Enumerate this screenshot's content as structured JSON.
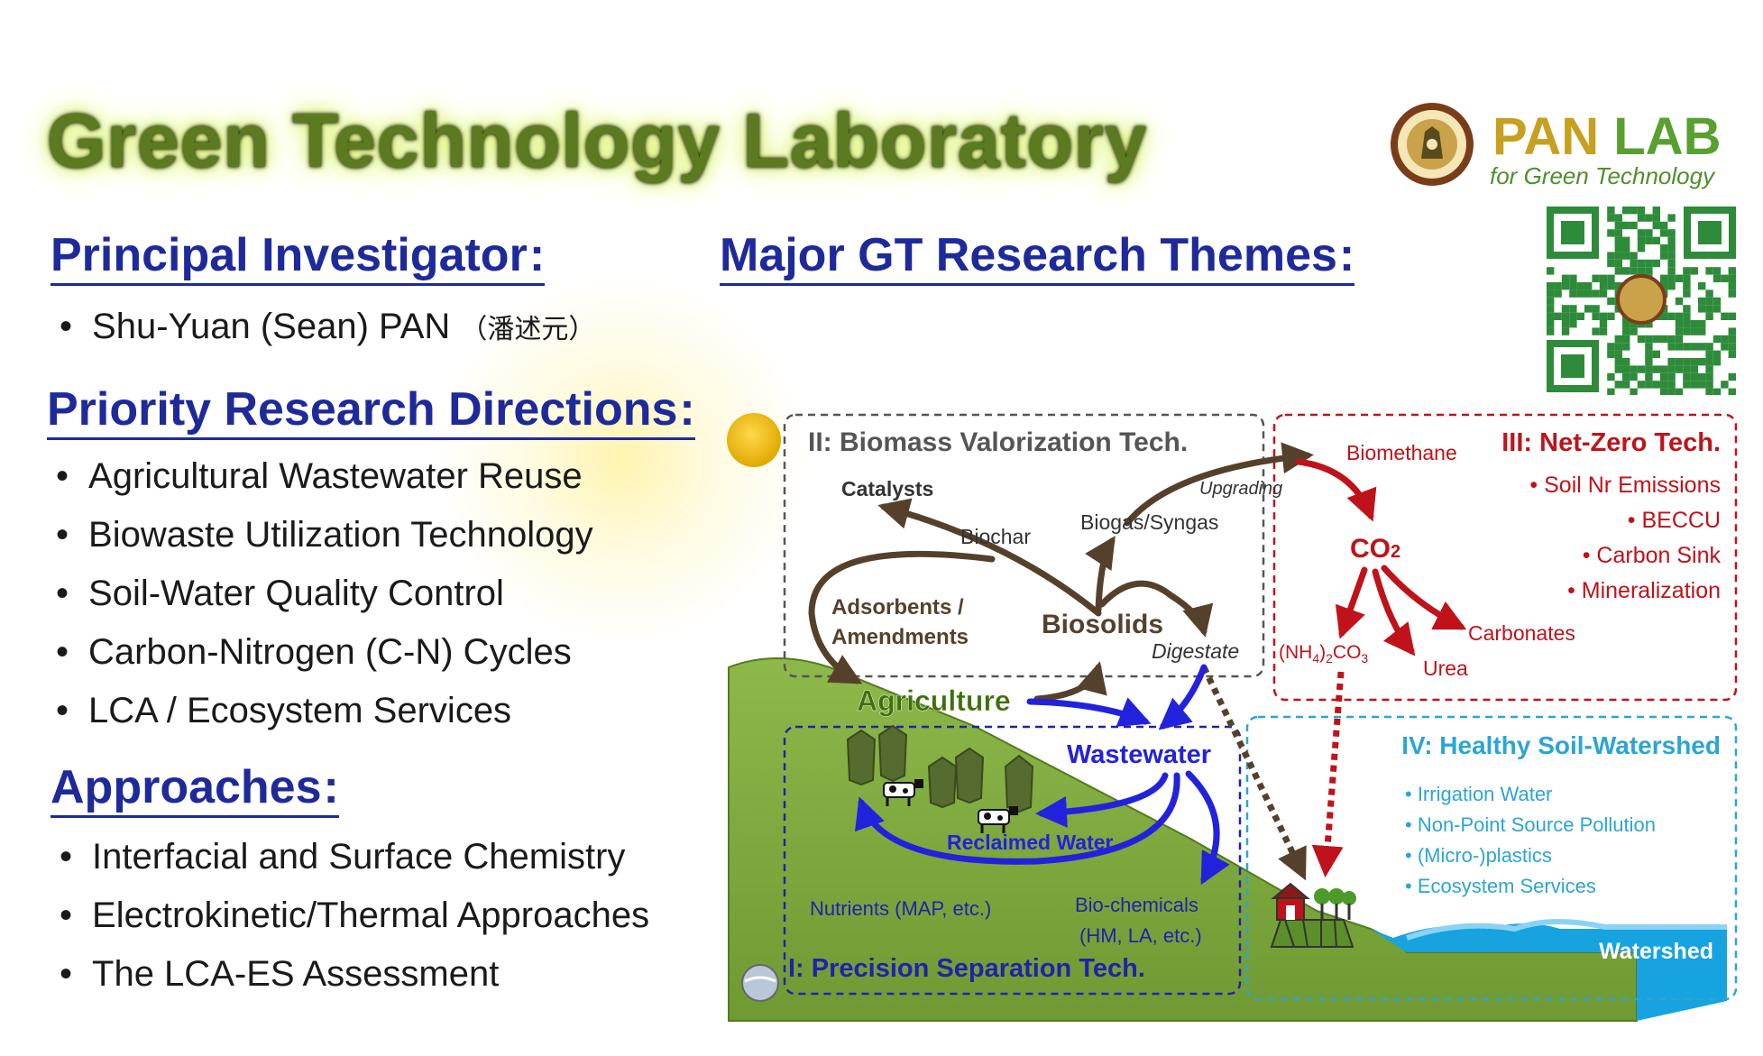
{
  "title": "Green Technology Laboratory",
  "logo": {
    "word1": "PAN",
    "word2": "LAB",
    "tagline": "for Green Technology"
  },
  "pi": {
    "heading": "Principal Investigator",
    "name": "Shu-Yuan (Sean) PAN",
    "cjk": "（潘述元）"
  },
  "priority": {
    "heading": "Priority Research Directions",
    "items": [
      "Agricultural Wastewater Reuse",
      "Biowaste Utilization Technology",
      "Soil-Water Quality Control",
      "Carbon-Nitrogen (C-N) Cycles",
      "LCA / Ecosystem Services"
    ]
  },
  "approaches": {
    "heading": "Approaches",
    "items": [
      "Interfacial and Surface Chemistry",
      "Electrokinetic/Thermal Approaches",
      "The LCA-ES Assessment"
    ]
  },
  "themes": {
    "heading": "Major GT Research Themes"
  },
  "diagram": {
    "box2_title": "II: Biomass Valorization Tech.",
    "box3_title": "III: Net-Zero Tech.",
    "box1_title": "I: Precision Separation Tech.",
    "box4_title": "IV: Healthy Soil-Watershed",
    "catalysts": "Catalysts",
    "biochar": "Biochar",
    "biogas": "Biogas/Syngas",
    "upgrading": "Upgrading",
    "biomethane": "Biomethane",
    "adsorbents": "Adsorbents /",
    "amendments": "Amendments",
    "biosolids": "Biosolids",
    "digestate": "Digestate",
    "agriculture": "Agriculture",
    "wastewater": "Wastewater",
    "reclaimed": "Reclaimed Water",
    "nutrients": "Nutrients (MAP, etc.)",
    "biochem1": "Bio-chemicals",
    "biochem2": "(HM, LA, etc.)",
    "co2": "CO",
    "co2_sub": "2",
    "nh4_a": "(NH",
    "nh4_b": "4",
    "nh4_c": ")",
    "nh4_d": "2",
    "nh4_e": "CO",
    "nh4_f": "3",
    "carbonates": "Carbonates",
    "urea": "Urea",
    "netzero_items": [
      "• Soil Nr Emissions",
      "• BECCU",
      "• Carbon Sink",
      "• Mineralization"
    ],
    "soil_items": [
      "• Irrigation Water",
      "• Non-Point Source Pollution",
      "• (Micro-)plastics",
      "• Ecosystem Services"
    ],
    "watershed": "Watershed"
  },
  "colors": {
    "brown": "#55412b",
    "blue": "#2222dd",
    "red": "#c0121a",
    "cyan": "#2ba5d5",
    "green": "#7ea83a"
  }
}
